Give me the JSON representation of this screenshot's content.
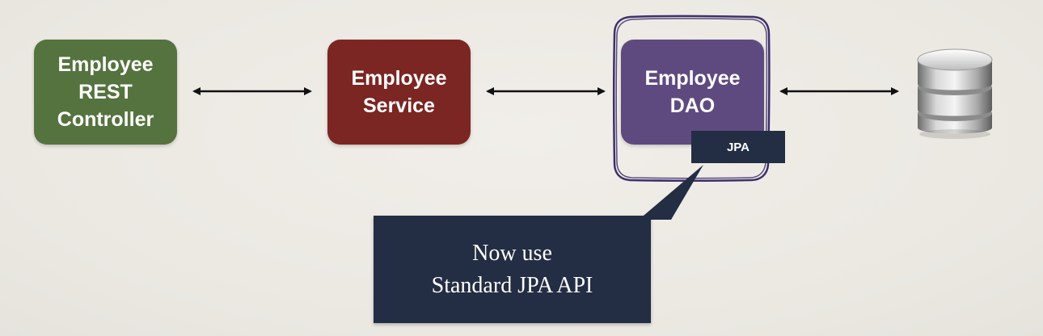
{
  "diagram": {
    "boxes": {
      "controller": {
        "label": "Employee\nREST\nController",
        "color": "#55733f"
      },
      "service": {
        "label": "Employee\nService",
        "color": "#7b2623"
      },
      "dao": {
        "label": "Employee\nDAO",
        "color": "#5f4a80"
      }
    },
    "jpa_tag": {
      "label": "JPA",
      "color": "#232d43"
    },
    "callout": {
      "text": "Now use\nStandard JPA API",
      "color": "#232d43"
    },
    "highlight_color": "#3d2f6b",
    "database_icon": "database-icon",
    "arrow_style": "double-headed"
  }
}
